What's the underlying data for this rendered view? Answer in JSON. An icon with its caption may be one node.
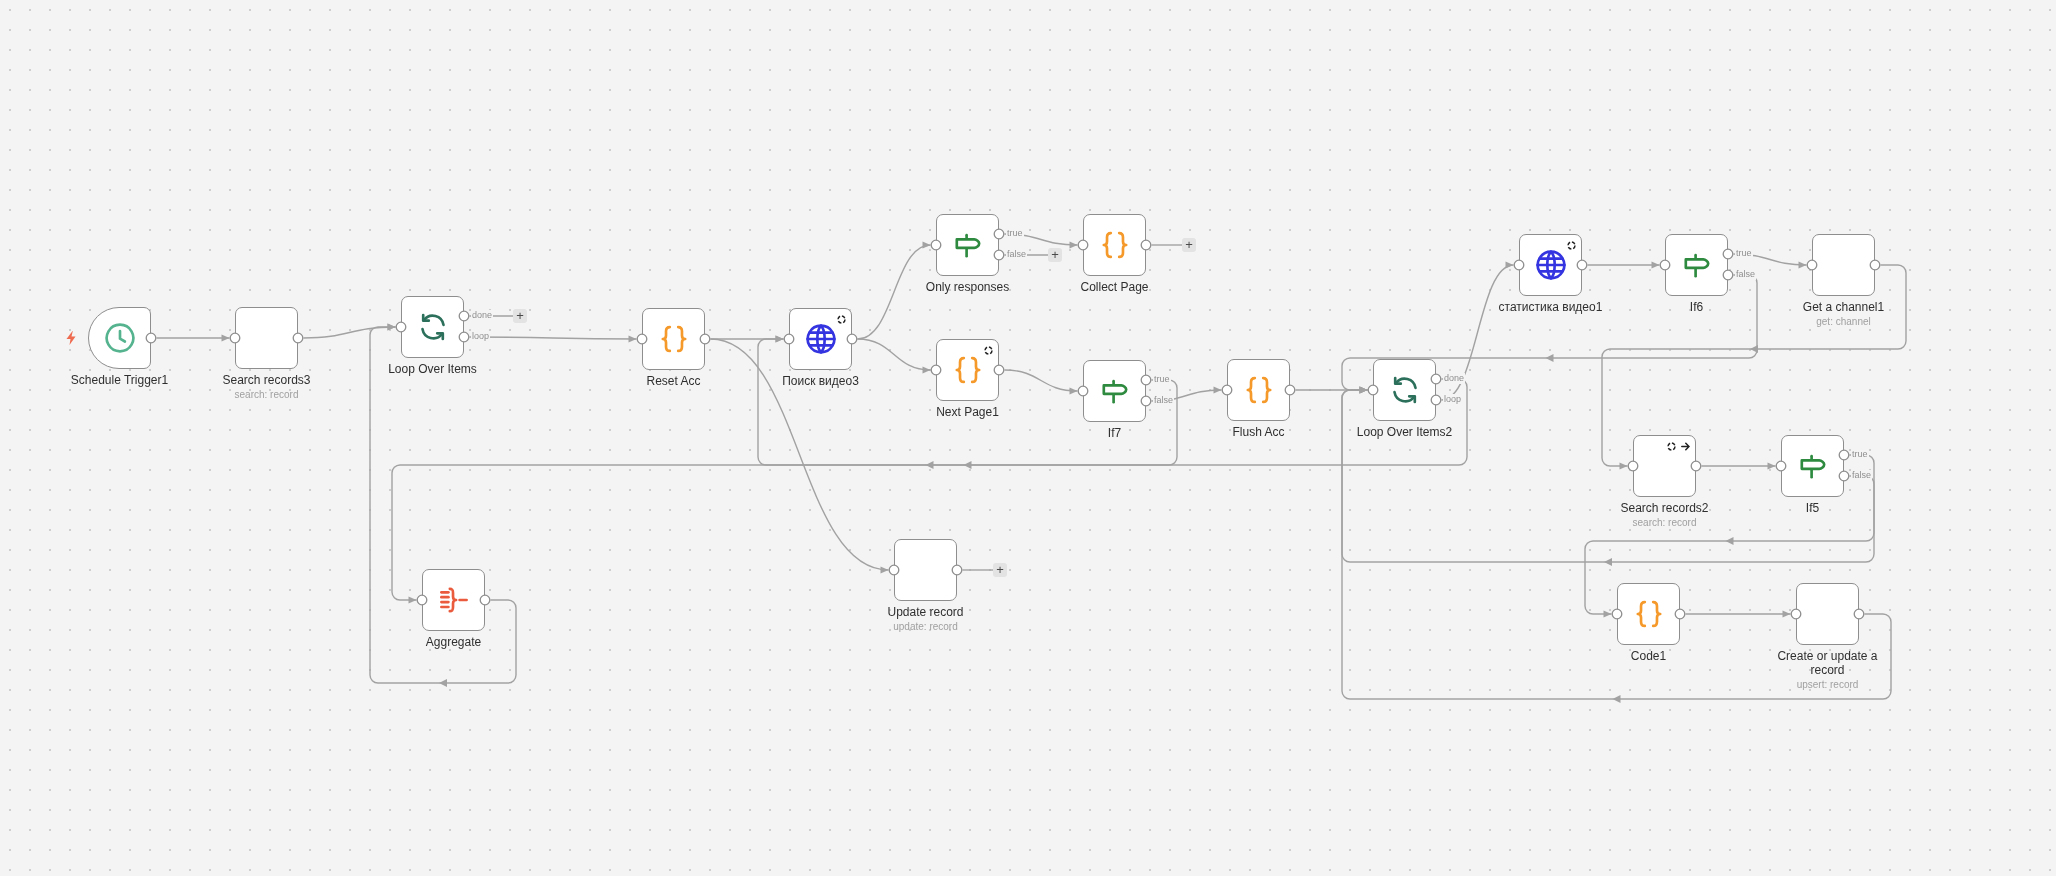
{
  "diagram": {
    "nodes": [
      {
        "text": [
          "Schedule Trigger1"
        ]
      },
      {
        "text": [
          "Search records3",
          "search: record"
        ]
      },
      {
        "text": [
          "Loop Over Items"
        ]
      },
      {
        "text": [
          "+"
        ]
      },
      {
        "text": [
          "Aggregate"
        ]
      },
      {
        "text": [
          "Reset Acc"
        ]
      },
      {
        "text": [
          "Поиск видео3"
        ]
      },
      {
        "text": [
          "Only responses"
        ]
      },
      {
        "text": [
          "+"
        ]
      },
      {
        "text": [
          "Collect Page"
        ]
      },
      {
        "text": [
          "+"
        ]
      },
      {
        "text": [
          "Next Page1"
        ]
      },
      {
        "text": [
          "If7"
        ]
      },
      {
        "text": [
          "Update record",
          "update: record"
        ]
      },
      {
        "text": [
          "+"
        ]
      },
      {
        "text": [
          "Flush Acc"
        ]
      },
      {
        "text": [
          "Loop Over Items2"
        ]
      },
      {
        "text": [
          "статистика видео1"
        ]
      },
      {
        "text": [
          "If6"
        ]
      },
      {
        "text": [
          "Get a channel1",
          "get: channel"
        ]
      },
      {
        "text": [
          "Search records2",
          "search: record"
        ]
      },
      {
        "text": [
          "If5"
        ]
      },
      {
        "text": [
          "Code1"
        ]
      },
      {
        "text": [
          "Create or update a record",
          "upsert: record"
        ]
      }
    ],
    "edges": [
      {
        "from": 0,
        "to": 1,
        "arrow": "to"
      },
      {
        "from": 1,
        "to": 2,
        "arrow": "to"
      },
      {
        "from": 2,
        "to": 3,
        "arrow": "none",
        "label": "done"
      },
      {
        "from": 2,
        "to": 5,
        "arrow": "to",
        "label": "loop"
      },
      {
        "from": 4,
        "to": 2,
        "arrow": "to"
      },
      {
        "from": 5,
        "to": 6,
        "arrow": "to"
      },
      {
        "from": 5,
        "to": 13,
        "arrow": "to"
      },
      {
        "from": 6,
        "to": 7,
        "arrow": "to"
      },
      {
        "from": 6,
        "to": 11,
        "arrow": "to"
      },
      {
        "from": 7,
        "to": 9,
        "arrow": "to",
        "label": "true"
      },
      {
        "from": 7,
        "to": 8,
        "arrow": "none",
        "label": "false"
      },
      {
        "from": 9,
        "to": 10,
        "arrow": "none"
      },
      {
        "from": 11,
        "to": 12,
        "arrow": "to"
      },
      {
        "from": 12,
        "to": 6,
        "arrow": "to",
        "label": "true"
      },
      {
        "from": 12,
        "to": 15,
        "arrow": "to",
        "label": "false"
      },
      {
        "from": 13,
        "to": 14,
        "arrow": "none"
      },
      {
        "from": 15,
        "to": 16,
        "arrow": "to"
      },
      {
        "from": 16,
        "to": 4,
        "arrow": "to",
        "label": "done"
      },
      {
        "from": 16,
        "to": 17,
        "arrow": "to",
        "label": "loop"
      },
      {
        "from": 17,
        "to": 18,
        "arrow": "to"
      },
      {
        "from": 18,
        "to": 19,
        "arrow": "to",
        "label": "true"
      },
      {
        "from": 18,
        "to": 16,
        "arrow": "to",
        "label": "false"
      },
      {
        "from": 19,
        "to": 20,
        "arrow": "to"
      },
      {
        "from": 20,
        "to": 21,
        "arrow": "to"
      },
      {
        "from": 21,
        "to": 22,
        "arrow": "to",
        "label": "true"
      },
      {
        "from": 21,
        "to": 16,
        "arrow": "to",
        "label": "false"
      },
      {
        "from": 22,
        "to": 23,
        "arrow": "to"
      },
      {
        "from": 23,
        "to": 16,
        "arrow": "to"
      }
    ]
  }
}
